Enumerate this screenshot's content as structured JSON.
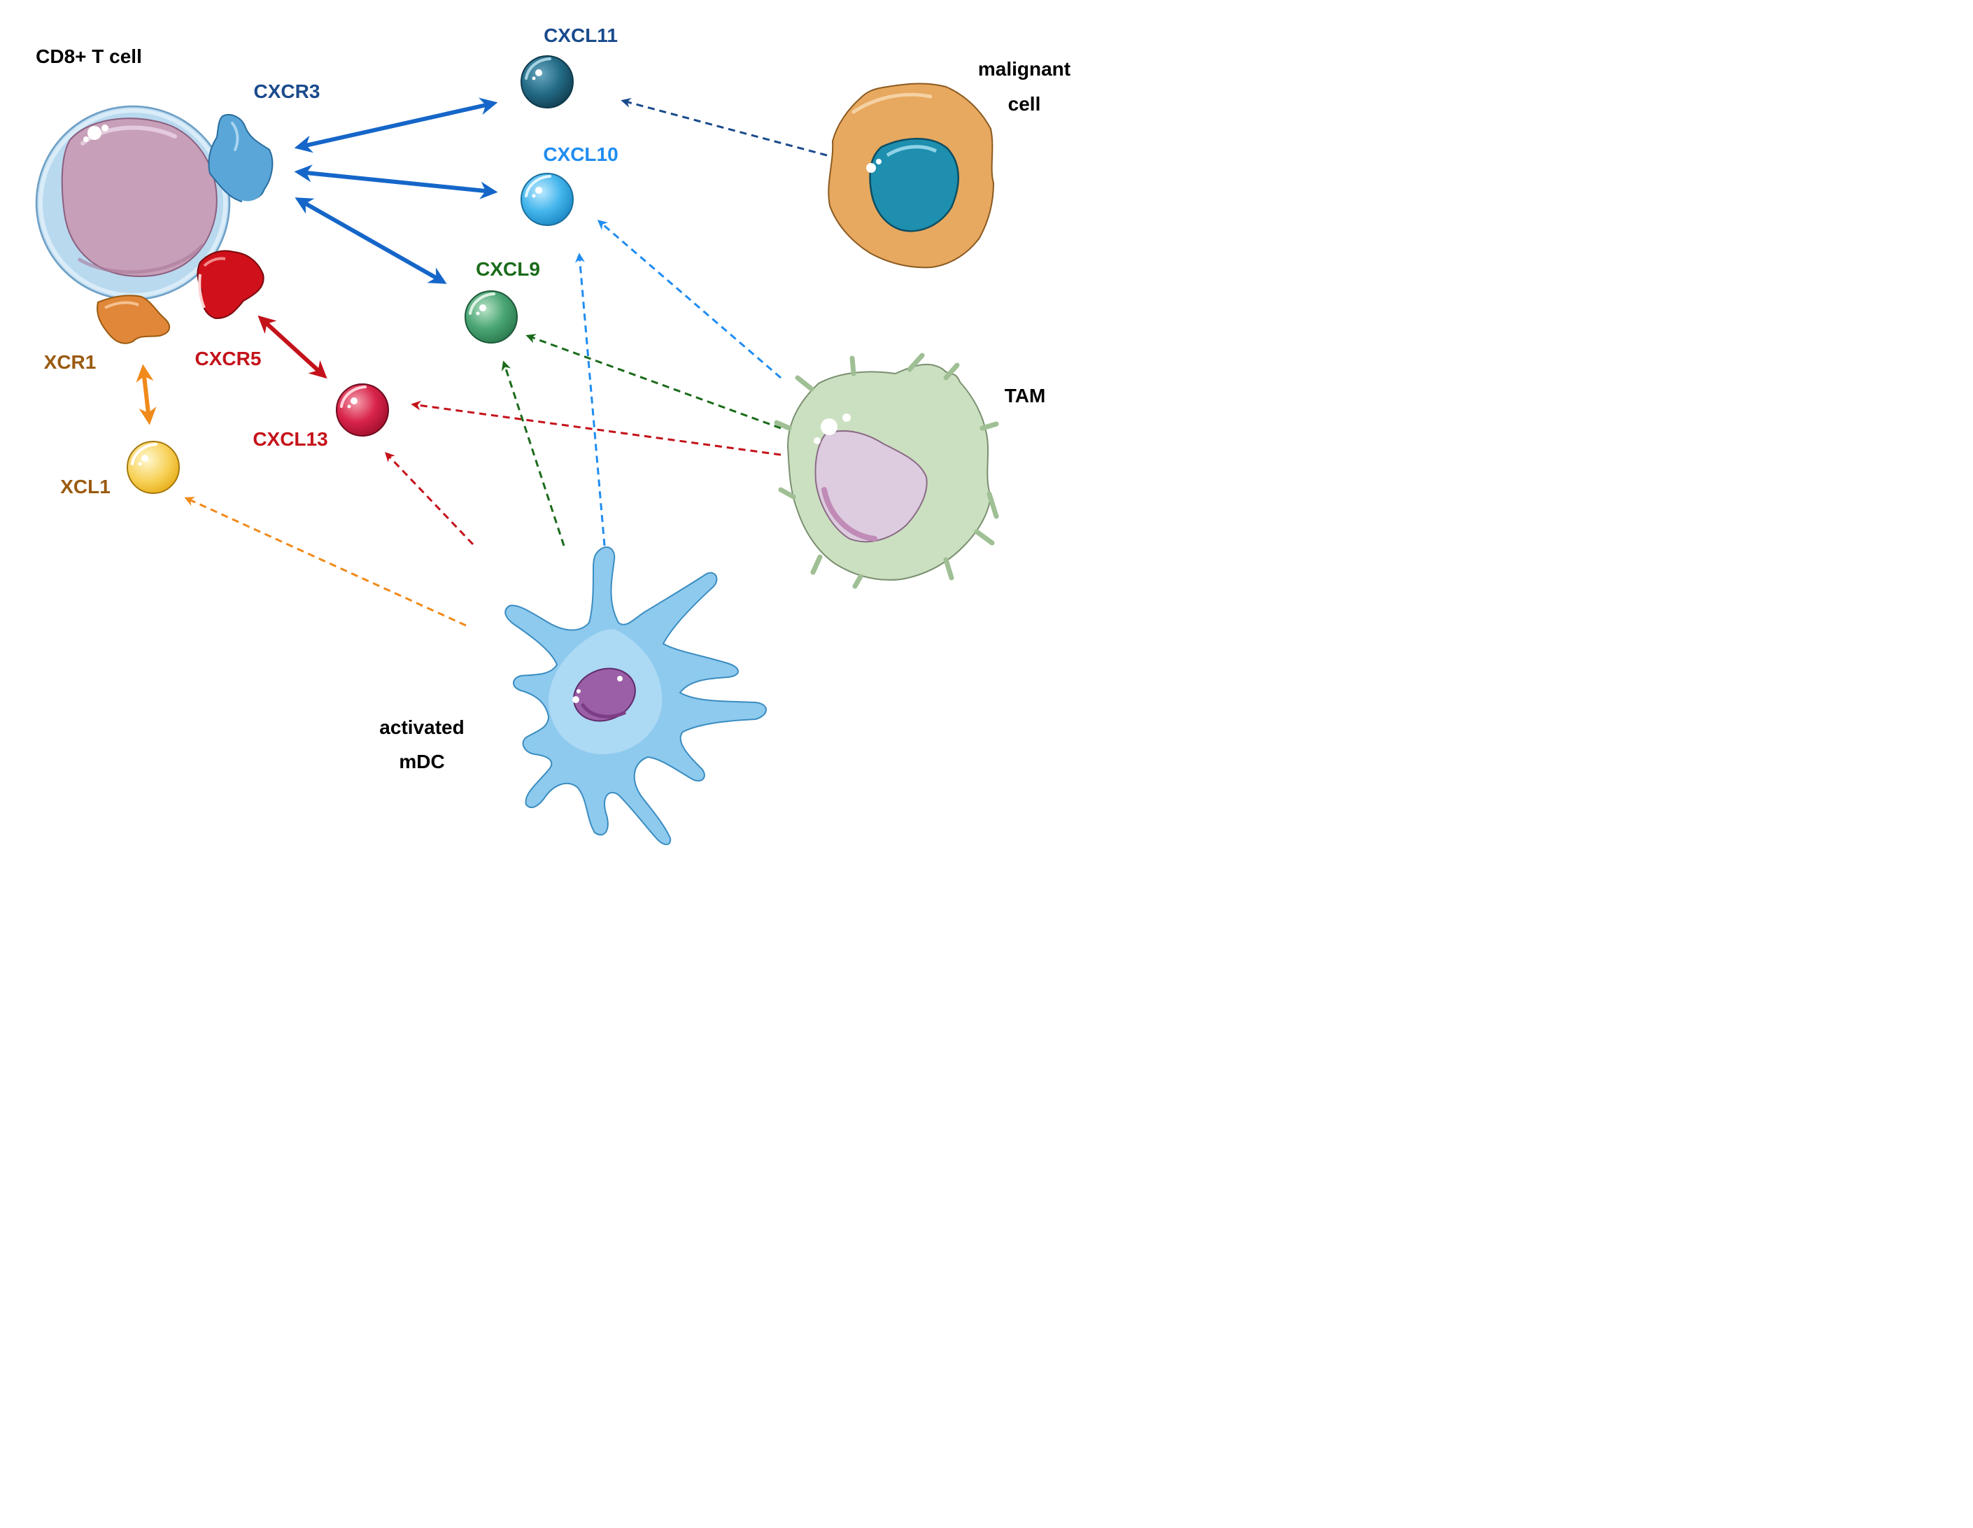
{
  "colors": {
    "cxcl11": "#1a4a8c",
    "cxcl10": "#1f8cf0",
    "cxcl9": "#1a6b1a",
    "cxcl13": "#c4121a",
    "xcr1": "#9a5a10",
    "xcl_arrow": "#f08a1a",
    "receptor_arrow": "#1566c8",
    "black": "#000000"
  },
  "cells": {
    "cd8_t_cell": "CD8+ T cell",
    "malignant_cell": [
      "malignant",
      "cell"
    ],
    "tam": "TAM",
    "activated_mdc": [
      "activated",
      "mDC"
    ]
  },
  "receptors": {
    "cxcr3": "CXCR3",
    "cxcr5": "CXCR5",
    "xcr1": "XCR1"
  },
  "chemokines": {
    "cxcl11": "CXCL11",
    "cxcl10": "CXCL10",
    "cxcl9": "CXCL9",
    "cxcl13": "CXCL13",
    "xcl1": "XCL1"
  }
}
